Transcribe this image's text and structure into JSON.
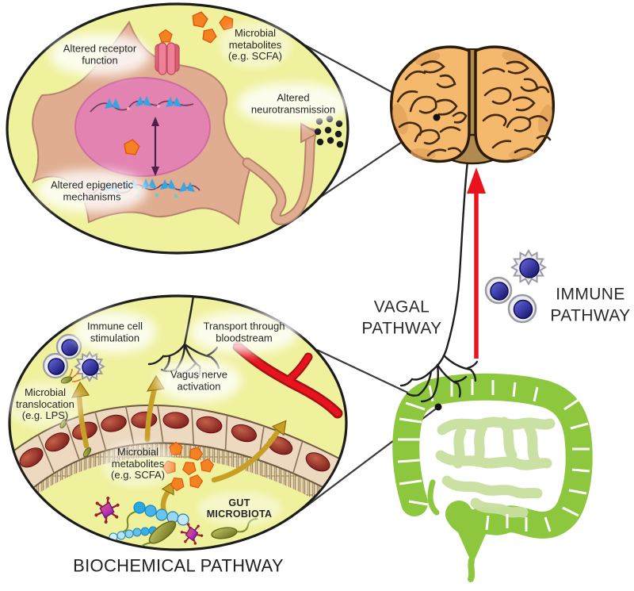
{
  "figure": {
    "type": "scientific-diagram",
    "topic": "Gut-brain axis communication pathways"
  },
  "colors": {
    "panel_fill": "#eff19c",
    "panel_outline": "#1c1c1c",
    "neuron_body": "#e0ad90",
    "neuron_outline": "#b5836b",
    "neuron_nucleus_pink": "#e383b2",
    "receptor_pink": "#ee8098",
    "receptor_dark": "#d95f70",
    "metabolite_orange": "#f58220",
    "metabolite_edge": "#e0560e",
    "chromatin_blue": "#3aa4e0",
    "brain_fill": "#f5b96e",
    "brain_lines": "#43290e",
    "brain_stem": "#b08a4f",
    "arrow_red": "#e8131c",
    "nerve_black": "#1f1f1f",
    "gold_arrow": "#c79f25",
    "epithelium_fill": "#ecd9c0",
    "epithelium_edge": "#7a6248",
    "epithelium_nucleus_red": "#7a1010",
    "intestine_green": "#8dc73e",
    "small_intestine_green": "#c9e0a0",
    "immune_cell_gray": "#ebebf0",
    "immune_nucleus_navy": "#14147c",
    "bacteria_olive": "#9aa239",
    "cocci_blue": "#29a8e6",
    "phage_purple": "#a032b4",
    "text_dark": "#262626"
  },
  "neuron_panel": {
    "altered_receptor": {
      "line1": "Altered receptor",
      "line2": "function"
    },
    "microbial_metabolites": {
      "line1": "Microbial",
      "line2": "metabolites",
      "line3": "(e.g. SCFA)"
    },
    "altered_neurotransmission": {
      "line1": "Altered",
      "line2": "neurotransmission"
    },
    "altered_epigenetic": {
      "line1": "Altered epigenetic",
      "line2": "mechanisms"
    }
  },
  "gut_panel": {
    "immune_cell_stimulation": {
      "line1": "Immune cell",
      "line2": "stimulation"
    },
    "transport_bloodstream": {
      "line1": "Transport through",
      "line2": "bloodstream"
    },
    "vagus_nerve_activation": {
      "line1": "Vagus nerve",
      "line2": "activation"
    },
    "microbial_translocation": {
      "line1": "Microbial",
      "line2": "translocation",
      "line3": "(e.g. LPS)"
    },
    "microbial_metabolites": {
      "line1": "Microbial",
      "line2": "metabolites",
      "line3": "(e.g. SCFA)"
    },
    "gut_microbiota": {
      "line1": "GUT",
      "line2": "MICROBIOTA"
    }
  },
  "pathways": {
    "vagal": {
      "line1": "VAGAL",
      "line2": "PATHWAY"
    },
    "immune": {
      "line1": "IMMUNE",
      "line2": "PATHWAY"
    },
    "biochemical_label": "BIOCHEMICAL PATHWAY"
  },
  "illustrations": {
    "brain": "brain-illustration",
    "intestine": "intestine-illustration",
    "neuron": "neuron-cell-illustration",
    "epithelium": "gut-epithelium-illustration",
    "immune_cells": "immune-cells-icon",
    "bacteria": "bacteria-icon",
    "bacteriophage": "phage-icon",
    "metabolites": "scfa-pentagon-icon",
    "vagus_nerve": "vagus-nerve-icon",
    "blood_vessel": "blood-vessel-icon"
  }
}
